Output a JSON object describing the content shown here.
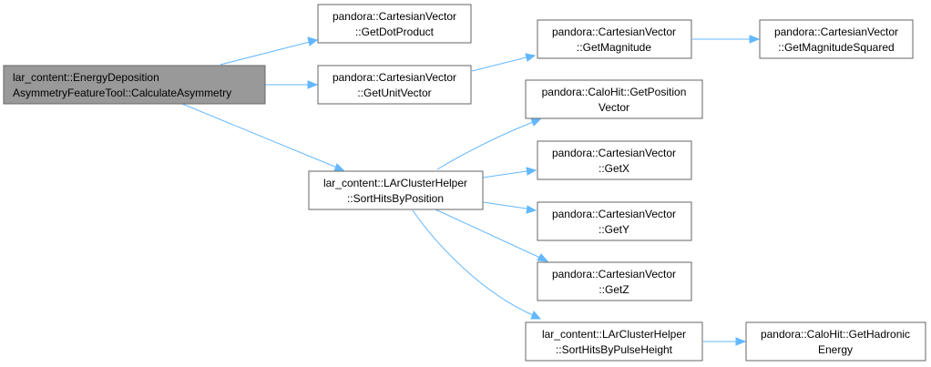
{
  "nodes": {
    "root": [
      "lar_content::EnergyDeposition",
      "AsymmetryFeatureTool::CalculateAsymmetry"
    ],
    "dot": [
      "pandora::CartesianVector",
      "::GetDotProduct"
    ],
    "unit": [
      "pandora::CartesianVector",
      "::GetUnitVector"
    ],
    "mag": [
      "pandora::CartesianVector",
      "::GetMagnitude"
    ],
    "magsq": [
      "pandora::CartesianVector",
      "::GetMagnitudeSquared"
    ],
    "sortpos": [
      "lar_content::LArClusterHelper",
      "::SortHitsByPosition"
    ],
    "getpos": [
      "pandora::CaloHit::GetPosition",
      "Vector"
    ],
    "getx": [
      "pandora::CartesianVector",
      "::GetX"
    ],
    "gety": [
      "pandora::CartesianVector",
      "::GetY"
    ],
    "getz": [
      "pandora::CartesianVector",
      "::GetZ"
    ],
    "sortpulse": [
      "lar_content::LArClusterHelper",
      "::SortHitsByPulseHeight"
    ],
    "hadronic": [
      "pandora::CaloHit::GetHadronic",
      "Energy"
    ]
  },
  "colors": {
    "edge": "#63b8ff",
    "root_fill": "#999999",
    "node_border": "#666666"
  }
}
